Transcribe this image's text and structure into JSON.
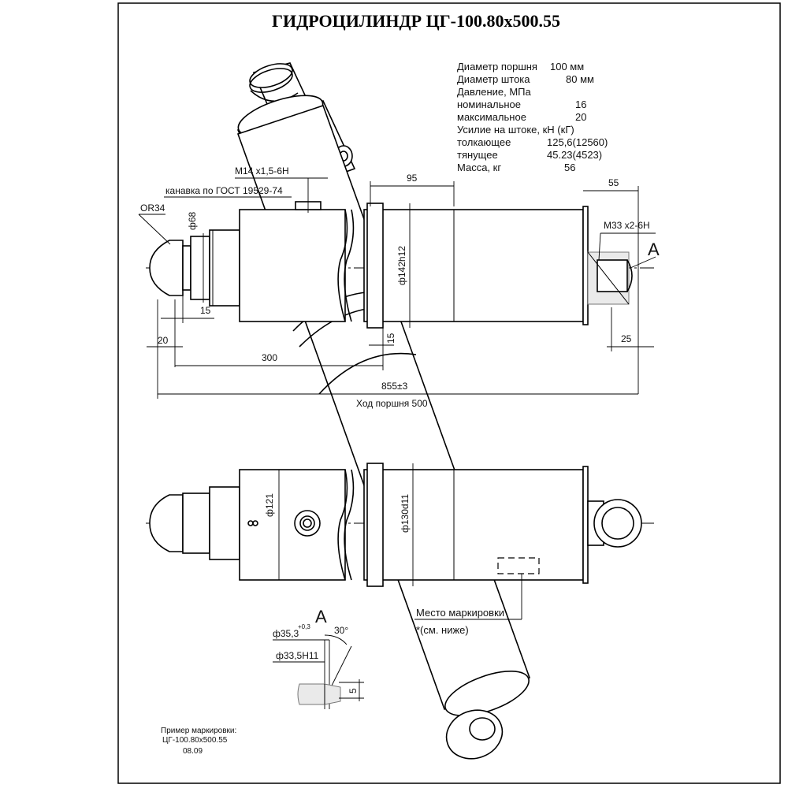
{
  "title": "ГИДРОЦИЛИНДР  ЦГ-100.80х500.55",
  "specs": [
    {
      "label": "Диаметр поршня",
      "value": "100 мм"
    },
    {
      "label": "Диаметр штока",
      "value": "80 мм"
    },
    {
      "label": "Давление, МПа",
      "value": ""
    },
    {
      "label": "номинальное",
      "value": "16"
    },
    {
      "label": "максимальное",
      "value": "20"
    },
    {
      "label": "Усилие на штоке, кН (кГ)",
      "value": ""
    },
    {
      "label": "толкающее",
      "value": "125,6(12560)"
    },
    {
      "label": "тянущее",
      "value": "45.23(4523)"
    },
    {
      "label": "Масса, кг",
      "value": "56"
    }
  ],
  "dimensions": {
    "thread_port": "М14 х1,5-6Н",
    "groove": "канавка по ГОСТ 19529-74",
    "d95": "95",
    "d55": "55",
    "thread_end": "М33 х2-6Н",
    "section": "А",
    "radius": "OR34",
    "phi68": "ф68",
    "phi142": "ф142h12",
    "d15a": "15",
    "d15b": "15",
    "d20": "20",
    "d25": "25",
    "d300": "300",
    "d855": "855±3",
    "stroke": "Ход поршня 500",
    "phi121": "ф121",
    "phi130": "ф130d11"
  },
  "marking": {
    "place": "Место маркировки",
    "note": "*(см. ниже)"
  },
  "detail": {
    "letter": "А",
    "d1": "ф35,3",
    "d1_tol": "+0,3",
    "angle": "30°",
    "d2": "ф33,5Н11",
    "d5": "5"
  },
  "example": {
    "line1": "Пример маркировки:",
    "line2": "ЦГ-100.80х500.55",
    "line3": "08.09"
  }
}
